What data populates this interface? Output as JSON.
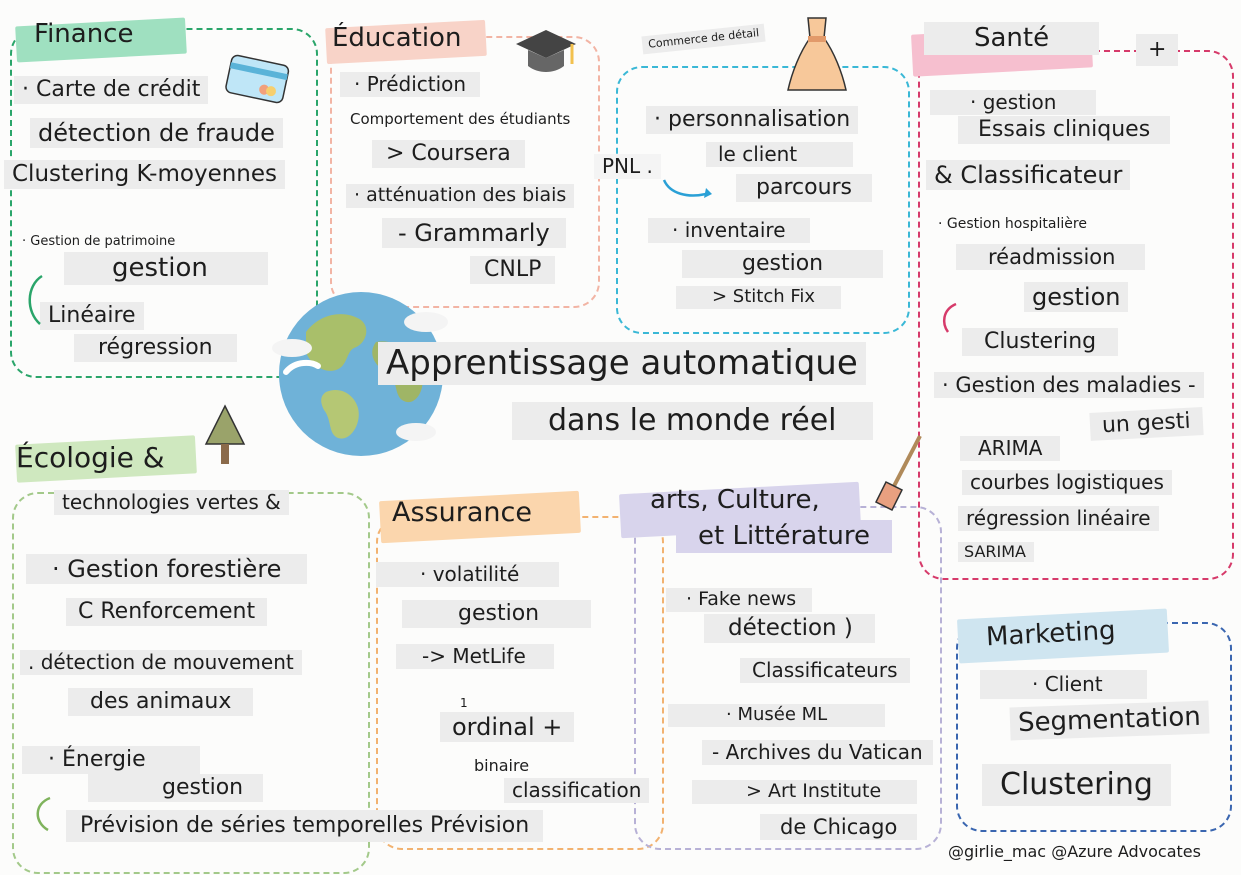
{
  "title": {
    "line1": "Apprentissage automatique",
    "line2": "dans le monde réel"
  },
  "finance": {
    "heading": "Finance",
    "item1": "· Carte de crédit",
    "item2": "détection de fraude",
    "item3": "Clustering K-moyennes",
    "item4": "· Gestion de patrimoine",
    "item5": "gestion",
    "item6": "Linéaire",
    "item7": "régression"
  },
  "education": {
    "heading": "Éducation",
    "item1": "· Prédiction",
    "item2": "Comportement des étudiants",
    "item3": "> Coursera",
    "item4": "· atténuation des biais",
    "item5": "- Grammarly",
    "item6": "CNLP"
  },
  "retail": {
    "heading": "Commerce de détail",
    "pnl": "PNL .",
    "item1": "· personnalisation",
    "item2": "le client",
    "item3": "parcours",
    "item4": "· inventaire",
    "item5": "gestion",
    "item6": "> Stitch Fix"
  },
  "health": {
    "heading": "Santé",
    "plus": "+",
    "item1": "· gestion",
    "item2": "Essais cliniques",
    "item3": "& Classificateur",
    "item4": "· Gestion hospitalière",
    "item5": "réadmission",
    "item6": "gestion",
    "item7": "Clustering",
    "item8": "· Gestion des maladies -",
    "item9": "un gesti",
    "item10": "ARIMA",
    "item11": "courbes logistiques",
    "item12": "régression linéaire",
    "item13": "SARIMA"
  },
  "ecology": {
    "heading": "Écologie &",
    "item1": "technologies vertes &",
    "item2": "· Gestion forestière",
    "item3": "C Renforcement",
    "item4": ". détection de mouvement",
    "item5": "des animaux",
    "item6": "· Énergie",
    "item7": "gestion",
    "item8": "Prévision de séries temporelles Prévision"
  },
  "insurance": {
    "heading": "Assurance",
    "item1": "· volatilité",
    "item2": "gestion",
    "item3": "-> MetLife",
    "item4": "1",
    "item5": "ordinal +",
    "item6": "binaire",
    "item7": "classification"
  },
  "arts": {
    "heading1": "arts, Culture,",
    "heading2": "et Littérature",
    "item1": "· Fake news",
    "item2": "détection )",
    "item3": "Classificateurs",
    "item4": "· Musée ML",
    "item5": "- Archives du Vatican",
    "item6": "> Art Institute",
    "item7": "de Chicago"
  },
  "marketing": {
    "heading": "Marketing",
    "item1": "· Client",
    "item2": "Segmentation",
    "item3": "Clustering"
  },
  "credit": "@girlie_mac @Azure Advocates",
  "icons": [
    "credit-card-icon",
    "graduation-cap-icon",
    "dress-icon",
    "tree-icon",
    "brush-icon",
    "globe-icon",
    "arrow-icon"
  ],
  "colors": {
    "finance": "#2aa56a",
    "education": "#f2b4a4",
    "retail": "#3ab8d6",
    "health": "#d63a6a",
    "ecology": "#a3c98a",
    "insurance": "#f2b270",
    "arts": "#b7b1d6",
    "marketing": "#3a66b0"
  }
}
